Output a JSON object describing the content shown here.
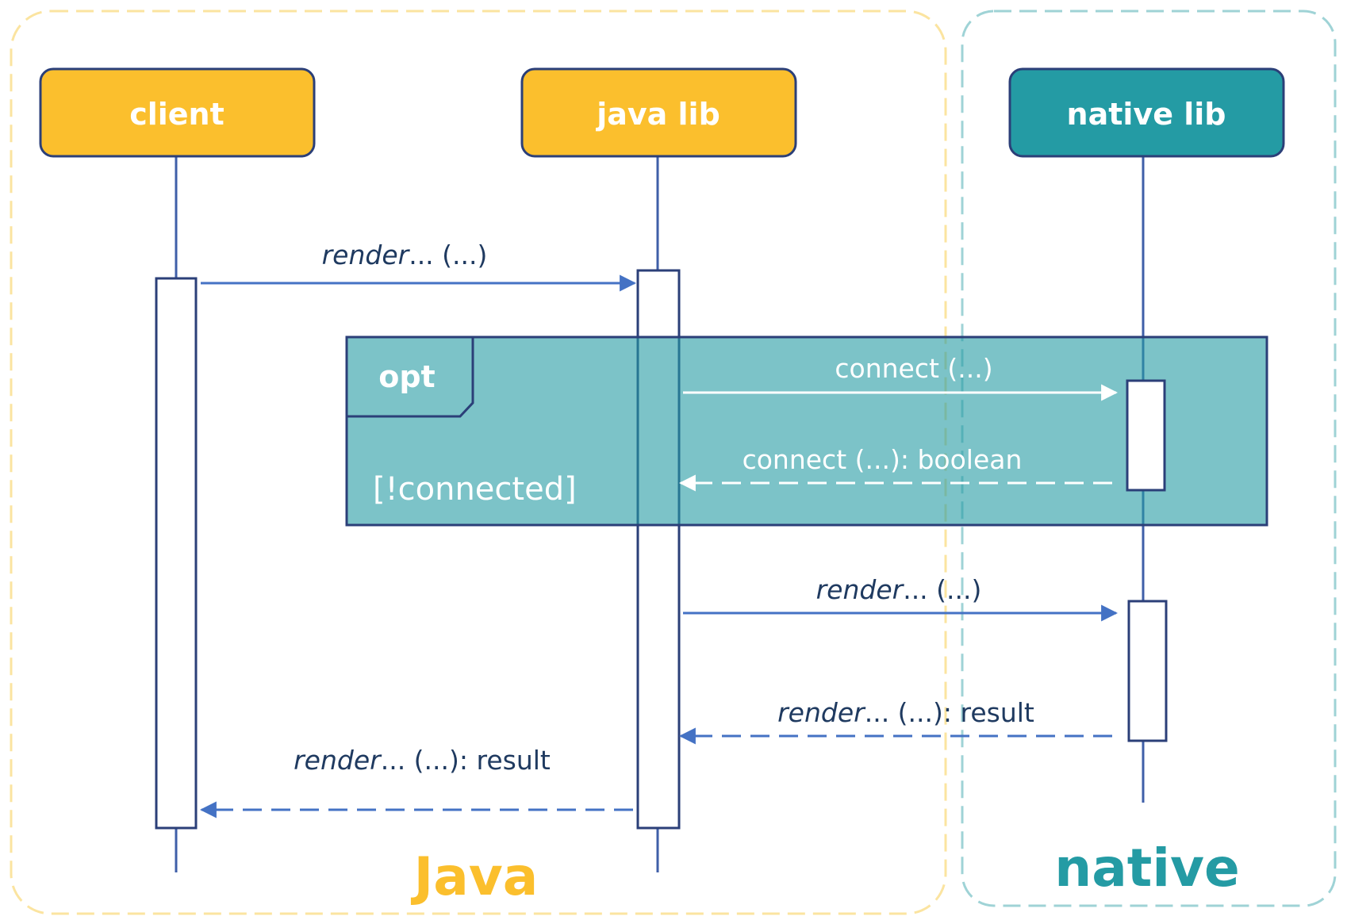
{
  "colors": {
    "java_accent": "#fbbf2d",
    "native_accent": "#249ba4",
    "line": "#3f5fa8",
    "box_border": "#2b3f78",
    "fragment_fill": "#7ac3c8",
    "java_region_border": "#fbe4a0",
    "native_region_border": "#9fd3d6"
  },
  "regions": {
    "java": {
      "label": "Java"
    },
    "native": {
      "label": "native"
    }
  },
  "participants": [
    {
      "label": "client"
    },
    {
      "label": "java lib"
    },
    {
      "label": "native lib"
    }
  ],
  "fragment": {
    "operator": "opt",
    "guard": "[!connected]"
  },
  "messages": [
    {
      "name_italic": "render",
      "rest": "... (...)"
    },
    {
      "name_italic": "",
      "rest": "connect (...)"
    },
    {
      "name_italic": "",
      "rest": "connect (...): boolean"
    },
    {
      "name_italic": "render",
      "rest": "... (...)"
    },
    {
      "name_italic": "render",
      "rest": "... (...): result"
    },
    {
      "name_italic": "render",
      "rest": "... (...): result"
    }
  ]
}
